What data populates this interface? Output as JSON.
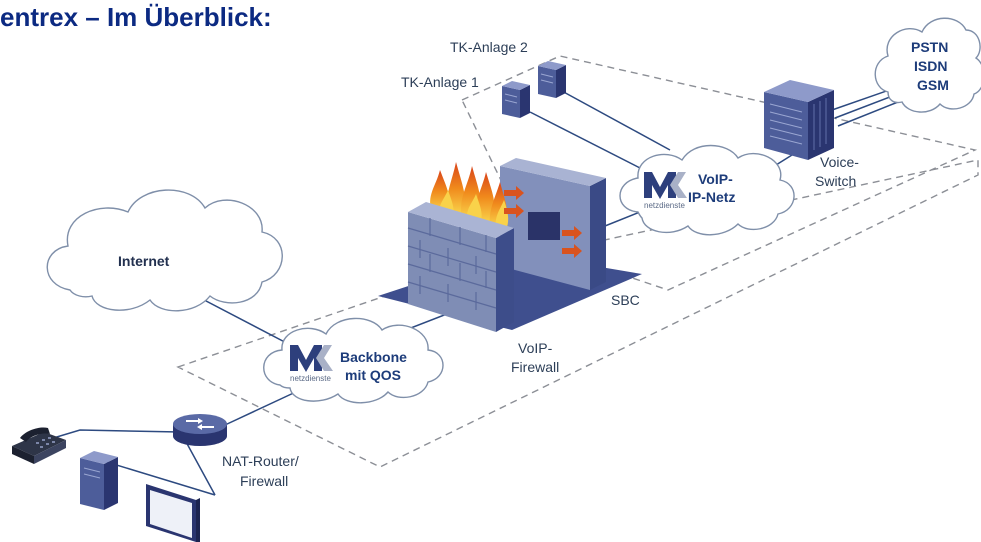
{
  "title": "entrex – Im Überblick:",
  "labels": {
    "tk_anlage_2": "TK-Anlage 2",
    "tk_anlage_1": "TK-Anlage 1",
    "pstn": "PSTN",
    "isdn": "ISDN",
    "gsm": "GSM",
    "voip_netz_line1": "VoIP-",
    "voip_netz_line2": "IP-Netz",
    "voice_switch_line1": "Voice-",
    "voice_switch_line2": "Switch",
    "netzdienste": "netzdienste",
    "internet": "Internet",
    "sbc": "SBC",
    "backbone_line1": "Backbone",
    "backbone_line2": "mit QOS",
    "voip_firewall_line1": "VoIP-",
    "voip_firewall_line2": "Firewall",
    "nat_router_line1": "NAT-Router/",
    "nat_router_line2": "Firewall"
  },
  "colors": {
    "title": "#0c2a82",
    "navy": "#2d3f7c",
    "wall_front": "#7f8db5",
    "wall_back": "#4a5a95",
    "flame": "#f08a1c",
    "arrow": "#d9531e"
  }
}
